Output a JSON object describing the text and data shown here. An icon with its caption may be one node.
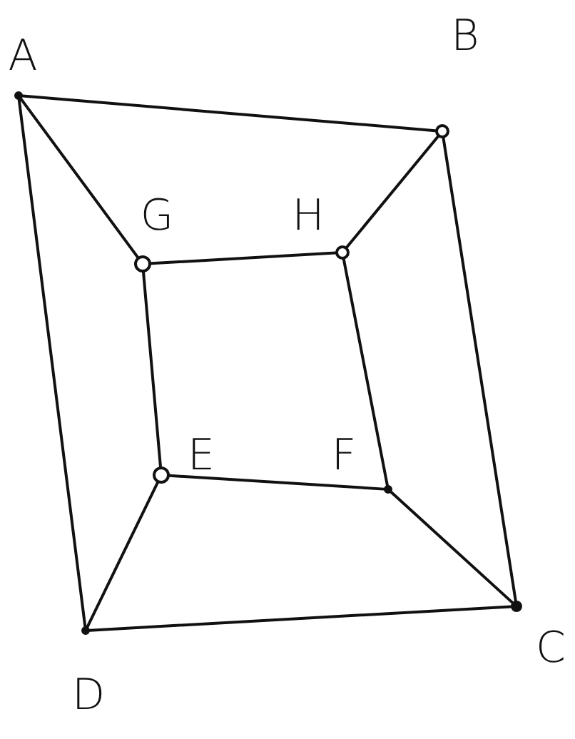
{
  "diagram": {
    "nodes": [
      {
        "text": [
          "A"
        ]
      },
      {
        "text": [
          "B"
        ]
      },
      {
        "text": [
          "G"
        ]
      },
      {
        "text": [
          "H"
        ]
      },
      {
        "text": [
          "E"
        ]
      },
      {
        "text": [
          "F"
        ]
      },
      {
        "text": [
          "D"
        ]
      },
      {
        "text": [
          "C"
        ]
      }
    ],
    "edges": [
      {
        "from": 0,
        "to": 1,
        "arrow": "none"
      },
      {
        "from": 0,
        "to": 2,
        "arrow": "none"
      },
      {
        "from": 1,
        "to": 3,
        "arrow": "none"
      },
      {
        "from": 0,
        "to": 6,
        "arrow": "none"
      },
      {
        "from": 1,
        "to": 7,
        "arrow": "none"
      },
      {
        "from": 2,
        "to": 3,
        "arrow": "none"
      },
      {
        "from": 2,
        "to": 4,
        "arrow": "none"
      },
      {
        "from": 3,
        "to": 5,
        "arrow": "none"
      },
      {
        "from": 4,
        "to": 5,
        "arrow": "none"
      },
      {
        "from": 4,
        "to": 6,
        "arrow": "none"
      },
      {
        "from": 5,
        "to": 7,
        "arrow": "none"
      },
      {
        "from": 6,
        "to": 7,
        "arrow": "none"
      }
    ]
  }
}
